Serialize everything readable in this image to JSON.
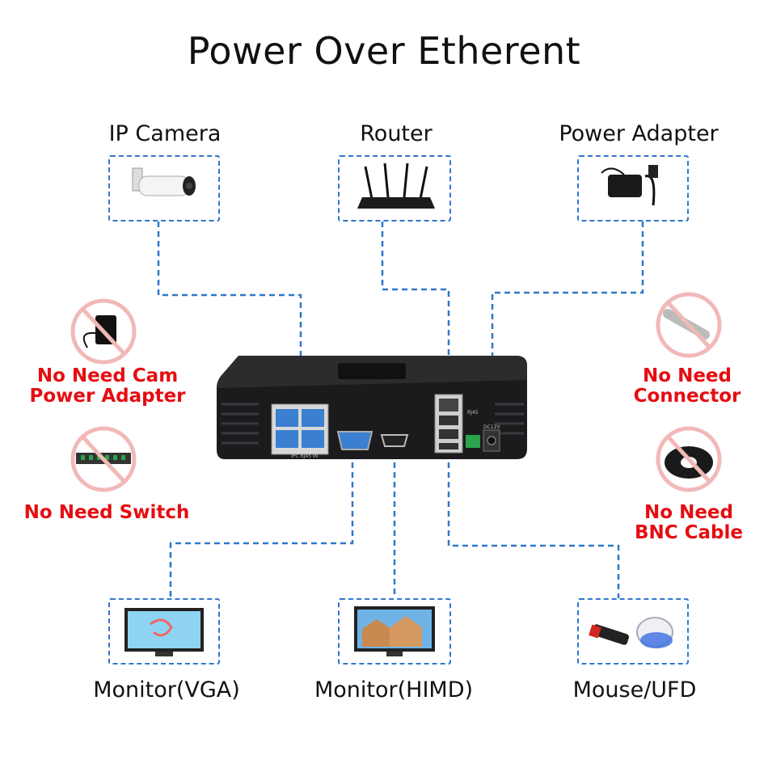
{
  "title": "Power Over Etherent",
  "top_devices": [
    {
      "label": "IP Camera",
      "icon": "ip-camera-icon"
    },
    {
      "label": "Router",
      "icon": "router-icon"
    },
    {
      "label": "Power Adapter",
      "icon": "power-adapter-icon"
    }
  ],
  "bottom_devices": [
    {
      "label": "Monitor(VGA)",
      "icon": "monitor-icon"
    },
    {
      "label": "Monitor(HIMD)",
      "icon": "monitor-houses-icon"
    },
    {
      "label": "Mouse/UFD",
      "icon": "mouse-usb-icon"
    }
  ],
  "no_need": [
    {
      "line1": "No Need Cam",
      "line2": "Power Adapter",
      "icon": "adapter-prohibited-icon"
    },
    {
      "line1": "No Need Switch",
      "line2": "",
      "icon": "switch-prohibited-icon"
    },
    {
      "line1": "No Need",
      "line2": "Connector",
      "icon": "bnc-connector-prohibited-icon"
    },
    {
      "line1": "No Need",
      "line2": "BNC Cable",
      "icon": "bnc-cable-prohibited-icon"
    }
  ],
  "nvr": {
    "port_labels": {
      "poe": "IPC RJ45 IN",
      "rj45": "RJ45",
      "dc": "DC12V"
    }
  },
  "colors": {
    "dashed_line": "#2f78c9",
    "warning_red": "#e50d12",
    "prohibit_circle": "#f2b8b8"
  }
}
